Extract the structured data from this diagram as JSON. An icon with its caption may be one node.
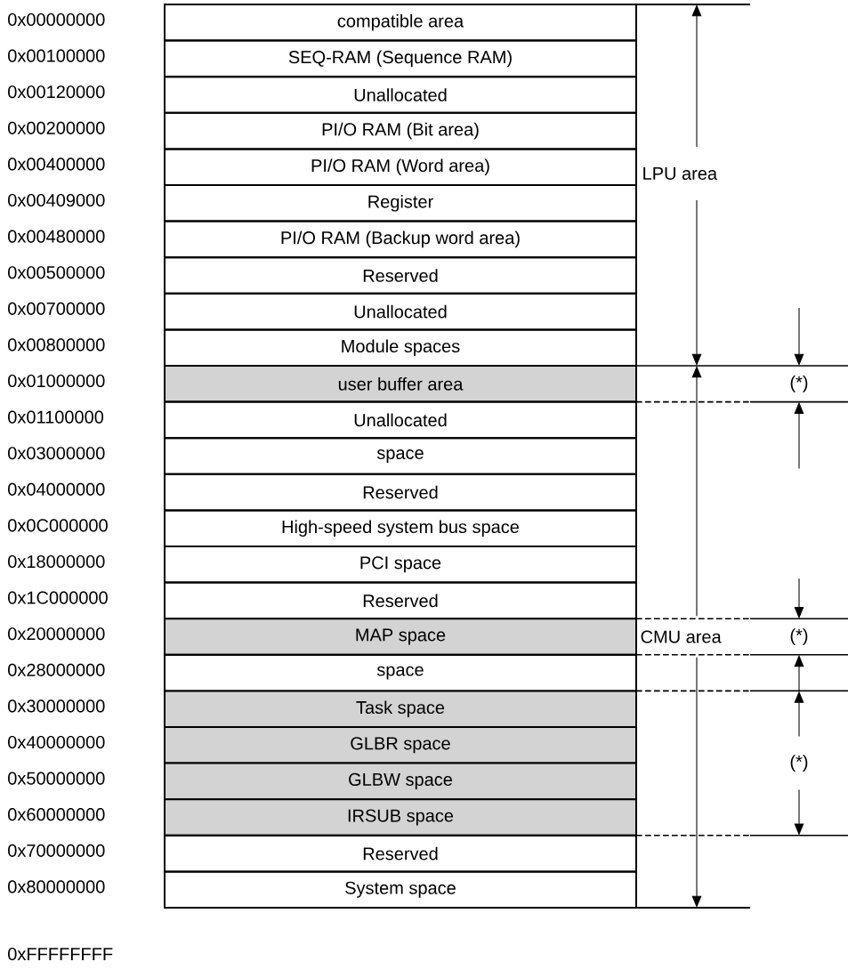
{
  "diagram": {
    "nodes": [
      {
        "text": [
          "compatible area"
        ]
      },
      {
        "text": [
          "SEQ-RAM (Sequence RAM)"
        ]
      },
      {
        "text": [
          "Unallocated"
        ]
      },
      {
        "text": [
          "PI/O RAM (Bit area)"
        ]
      },
      {
        "text": [
          "PI/O RAM (Word area)"
        ]
      },
      {
        "text": [
          "Register"
        ]
      },
      {
        "text": [
          "PI/O RAM (Backup word area)"
        ]
      },
      {
        "text": [
          "Reserved"
        ]
      },
      {
        "text": [
          "Unallocated"
        ]
      },
      {
        "text": [
          "Module spaces"
        ]
      },
      {
        "text": [
          "user buffer area"
        ]
      },
      {
        "text": [
          "Unallocated"
        ]
      },
      {
        "text": [
          "space"
        ]
      },
      {
        "text": [
          "Reserved"
        ]
      },
      {
        "text": [
          "High-speed system bus space"
        ]
      },
      {
        "text": [
          "PCI space"
        ]
      },
      {
        "text": [
          "Reserved"
        ]
      },
      {
        "text": [
          "MAP space"
        ]
      },
      {
        "text": [
          "space"
        ]
      },
      {
        "text": [
          "Task space"
        ]
      },
      {
        "text": [
          "GLBR space"
        ]
      },
      {
        "text": [
          "GLBW space"
        ]
      },
      {
        "text": [
          "IRSUB space"
        ]
      },
      {
        "text": [
          "Reserved"
        ]
      },
      {
        "text": [
          "System space"
        ]
      }
    ],
    "labels": [
      "0x00000000",
      "0x00100000",
      "0x00120000",
      "0x00200000",
      "0x00400000",
      "0x00409000",
      "0x00480000",
      "0x00500000",
      "0x00700000",
      "0x00800000",
      "0x01000000",
      "0x01100000",
      "0x03000000",
      "0x04000000",
      "0x0C000000",
      "0x18000000",
      "0x1C000000",
      "0x20000000",
      "0x28000000",
      "0x30000000",
      "0x40000000",
      "0x50000000",
      "0x60000000",
      "0x70000000",
      "0x80000000",
      "0xFFFFFFFF",
      "LPU area",
      "(*)",
      "CMU area",
      "(*)",
      "(*)"
    ]
  }
}
